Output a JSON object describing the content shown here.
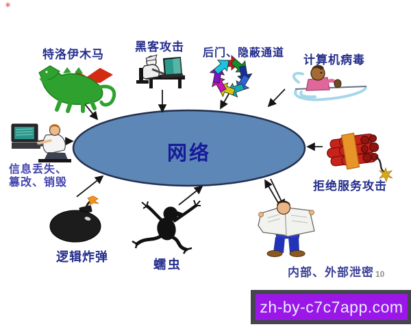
{
  "diagram": {
    "center": {
      "label": "网络"
    },
    "nodes": [
      {
        "id": "trojan",
        "label": "特洛伊木马",
        "icon": "dragon-icon"
      },
      {
        "id": "hacker",
        "label": "黑客攻击",
        "icon": "hacker-at-computer-icon"
      },
      {
        "id": "backdoor",
        "label": "后门、隐蔽通道",
        "icon": "arrow-ring-icon"
      },
      {
        "id": "virus",
        "label": "计算机病毒",
        "icon": "virus-baby-icon"
      },
      {
        "id": "info-loss",
        "label": "信息丢失、篡改、销毁",
        "line1": "信息丢失、",
        "line2": "篡改、销毁",
        "icon": "user-at-computer-icon"
      },
      {
        "id": "dos",
        "label": "拒绝服务攻击",
        "icon": "dynamite-icon"
      },
      {
        "id": "logic-bomb",
        "label": "逻辑炸弹",
        "icon": "bomb-icon"
      },
      {
        "id": "worm",
        "label": "蠕虫",
        "icon": "worm-figure-icon"
      },
      {
        "id": "leak",
        "label": "内部、外部泄密",
        "icon": "man-reading-newspaper-icon"
      }
    ],
    "page_number": "10"
  },
  "corner_mark": {
    "glyph": "✳"
  },
  "watermark": {
    "text": "zh-by-c7c7app.com"
  },
  "colors": {
    "ellipse_fill": "#5d87b6",
    "ellipse_stroke": "#23304f",
    "center_text": "#171a99",
    "label_navy": "#242e8c",
    "label_blue_purple": "#4343ae",
    "banner_frame": "#45454d",
    "banner_purple": "#9b17e8",
    "banner_text": "#e8eeff",
    "arrow_black": "#141414"
  }
}
